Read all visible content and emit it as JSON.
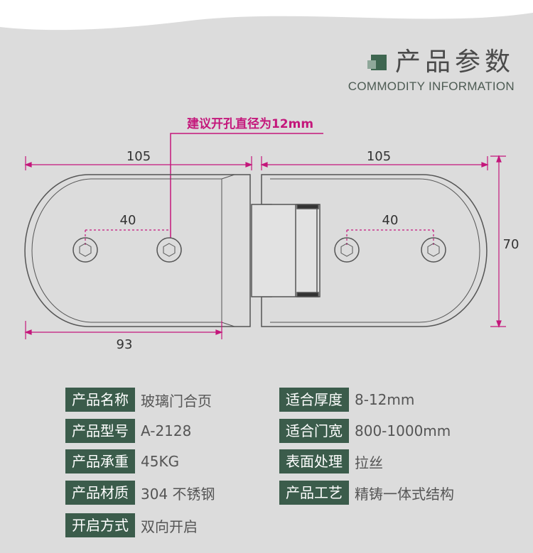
{
  "header": {
    "title": "产品参数",
    "subtitle": "COMMODITY INFORMATION"
  },
  "drawing": {
    "callout": "建议开孔直径为12mm",
    "dim_top_left": "105",
    "dim_top_right": "105",
    "dim_hole_left": "40",
    "dim_hole_right": "40",
    "dim_height": "70",
    "dim_bottom_left": "93",
    "accent_color": "#c4177b"
  },
  "specs": {
    "left": [
      {
        "label": "产品名称",
        "value": "玻璃门合页"
      },
      {
        "label": "产品型号",
        "value": "A-2128"
      },
      {
        "label": "产品承重",
        "value": "45KG"
      },
      {
        "label": "产品材质",
        "value": "304 不锈钢"
      },
      {
        "label": "开启方式",
        "value": "双向开启"
      }
    ],
    "right": [
      {
        "label": "适合厚度",
        "value": "8-12mm"
      },
      {
        "label": "适合门宽",
        "value": "800-1000mm"
      },
      {
        "label": "表面处理",
        "value": "拉丝"
      },
      {
        "label": "产品工艺",
        "value": "精铸一体式结构"
      }
    ]
  }
}
